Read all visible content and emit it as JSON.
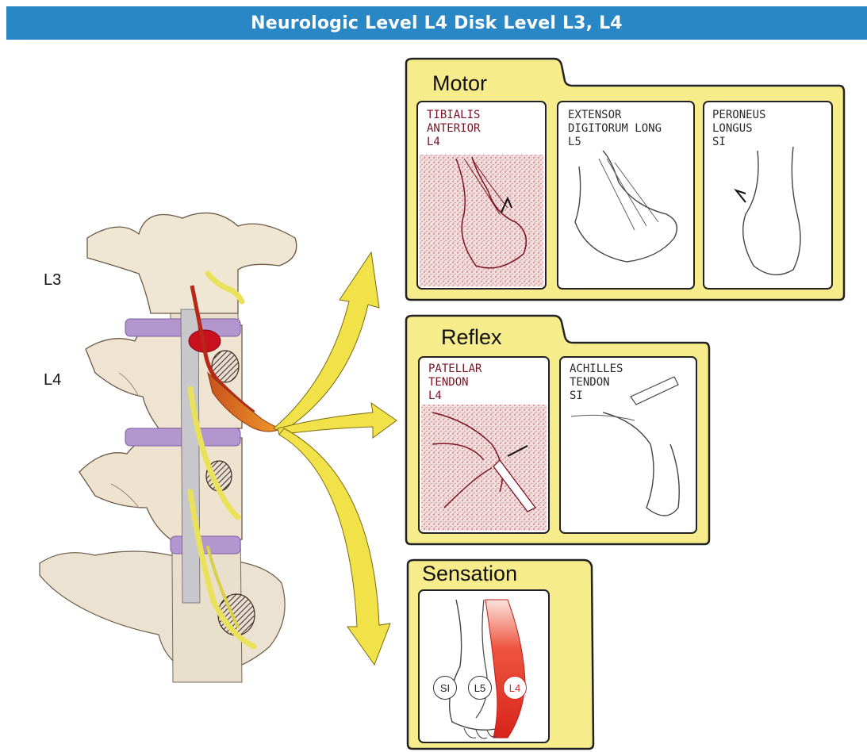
{
  "title": "Neurologic Level L4 Disk Level L3, L4",
  "spine": {
    "labels": [
      "L3",
      "L4"
    ]
  },
  "motor": {
    "heading": "Motor",
    "panels": [
      {
        "lines": [
          "TIBIALIS",
          "ANTERIOR",
          "L4"
        ],
        "highlight": true
      },
      {
        "lines": [
          "EXTENSOR",
          "DIGITORUM LONG",
          "L5"
        ],
        "highlight": false
      },
      {
        "lines": [
          "PERONEUS",
          "LONGUS",
          "SI"
        ],
        "highlight": false
      }
    ]
  },
  "reflex": {
    "heading": "Reflex",
    "panels": [
      {
        "lines": [
          "PATELLAR",
          "TENDON",
          "L4"
        ],
        "highlight": true
      },
      {
        "lines": [
          "ACHILLES",
          "TENDON",
          "SI"
        ],
        "highlight": false
      }
    ]
  },
  "sensation": {
    "heading": "Sensation",
    "dermatomes": [
      "SI",
      "L5",
      "L4"
    ]
  },
  "colors": {
    "banner": "#2a87c6",
    "panel_fill": "#f7ec8c",
    "nerve": "#e9e15a",
    "arrow": "#f1e24a",
    "disk": "#b496cf",
    "herniation": "#c8101e",
    "highlight": "#d8241c"
  }
}
